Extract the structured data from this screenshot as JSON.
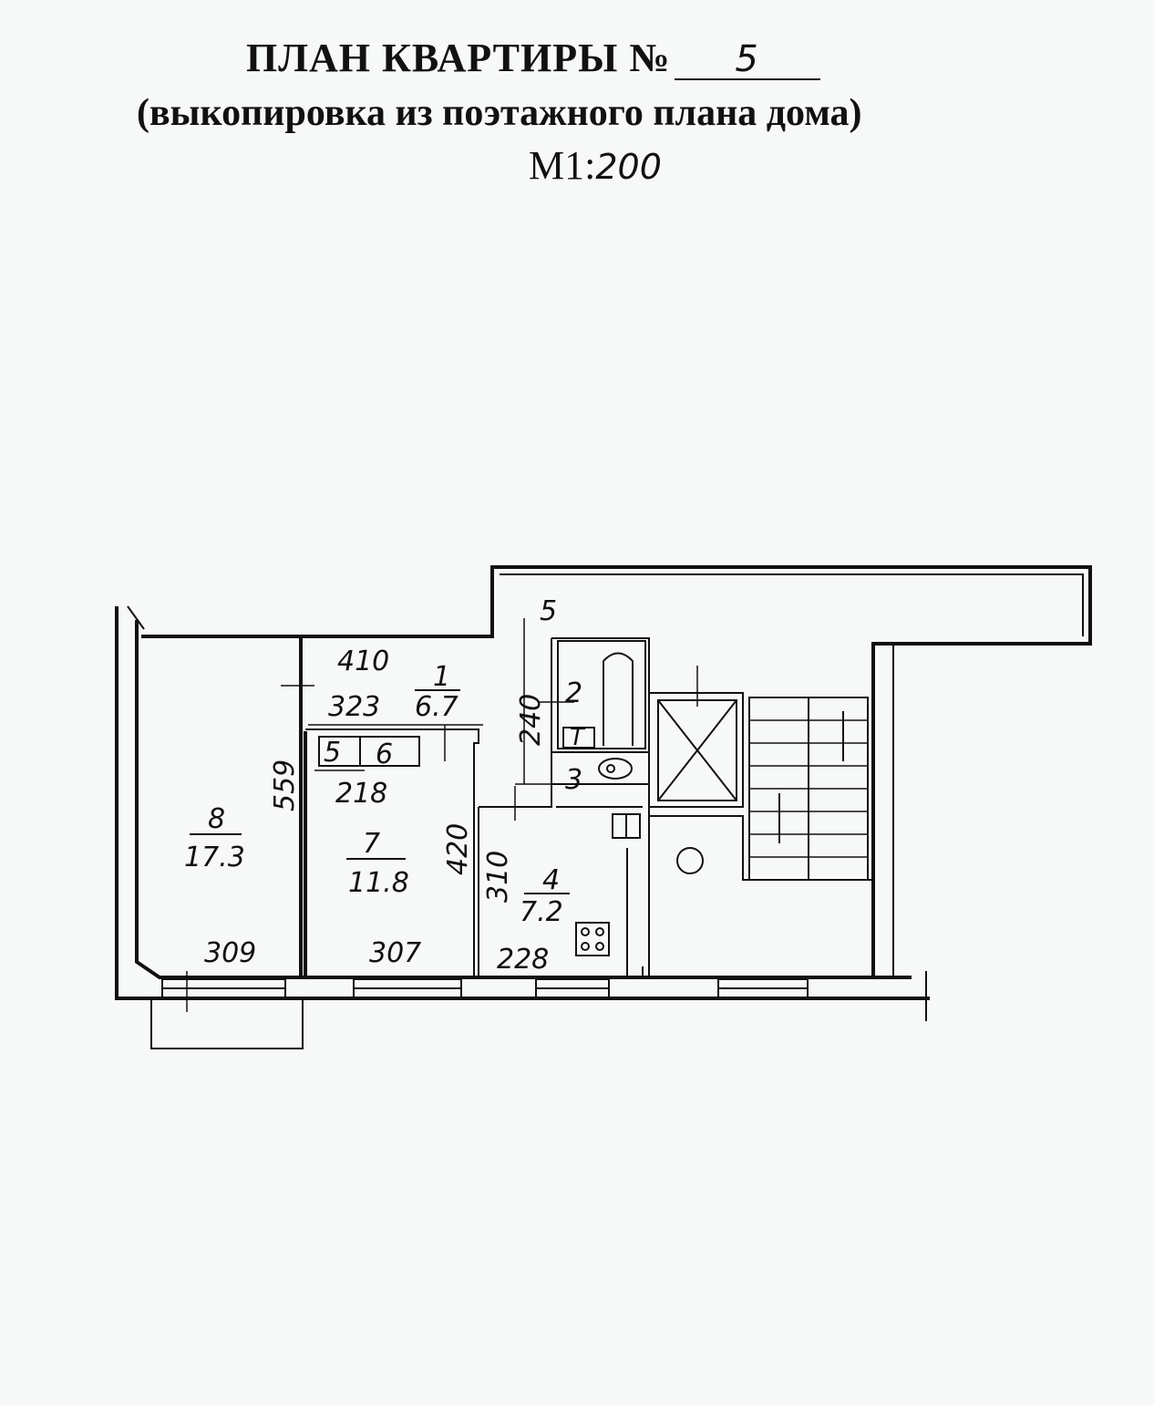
{
  "header": {
    "title": "ПЛАН КВАРТИРЫ №",
    "apartment_number": "5",
    "subtitle": "(выкопировка из поэтажного плана дома)",
    "scale_prefix": "М1:",
    "scale_value": "200"
  },
  "rooms": [
    {
      "id": "1",
      "area": "6.7"
    },
    {
      "id": "2"
    },
    {
      "id": "3"
    },
    {
      "id": "4",
      "area": "7.2"
    },
    {
      "id": "5"
    },
    {
      "id": "6"
    },
    {
      "id": "7",
      "area": "11.8"
    },
    {
      "id": "8",
      "area": "17.3"
    }
  ],
  "dimensions": {
    "d410": "410",
    "d323": "323",
    "d240": "240",
    "d559": "559",
    "d218": "218",
    "d420": "420",
    "d310": "310",
    "d309": "309",
    "d307": "307",
    "d228": "228",
    "d5_top": "5"
  },
  "fixtures": {
    "toilet_tank": "T"
  }
}
